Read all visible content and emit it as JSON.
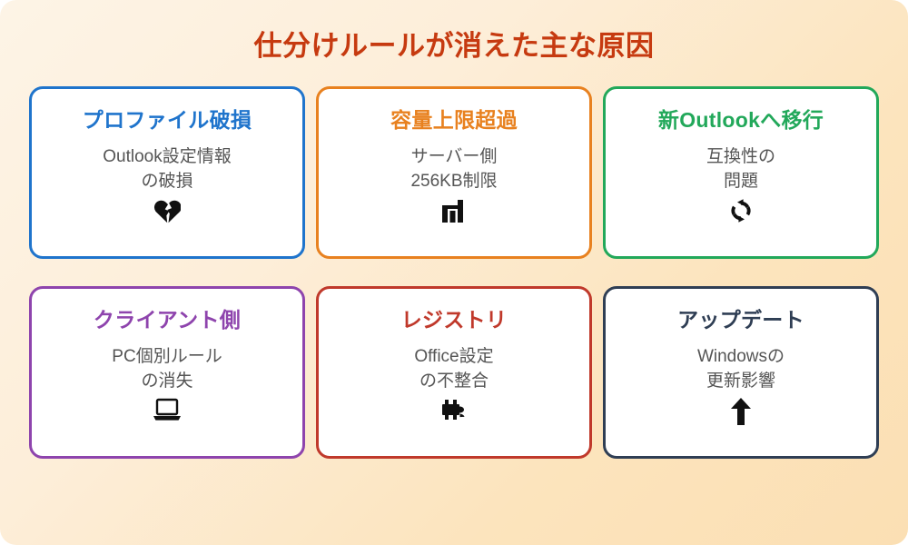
{
  "page": {
    "title": "仕分けルールが消えた主な原因",
    "title_color": "#c63a10",
    "background_start": "#fdf4e6",
    "background_end": "#fbdfb3"
  },
  "cards": [
    {
      "title": "プロファイル破損",
      "description": "Outlook設定情報\nの破損",
      "icon": "broken-heart-icon",
      "color": "#1f74cc"
    },
    {
      "title": "容量上限超過",
      "description": "サーバー側\n256KB制限",
      "icon": "bar-chart-icon",
      "color": "#e8811f"
    },
    {
      "title": "新Outlookへ移行",
      "description": "互換性の\n問題",
      "icon": "sync-arrows-icon",
      "color": "#22a85a"
    },
    {
      "title": "クライアント側",
      "description": "PC個別ルール\nの消失",
      "icon": "laptop-icon",
      "color": "#8e44ad"
    },
    {
      "title": "レジストリ",
      "description": "Office設定\nの不整合",
      "icon": "electric-plug-icon",
      "color": "#c0392b"
    },
    {
      "title": "アップデート",
      "description": "Windowsの\n更新影響",
      "icon": "up-arrow-icon",
      "color": "#2f3e54"
    }
  ]
}
